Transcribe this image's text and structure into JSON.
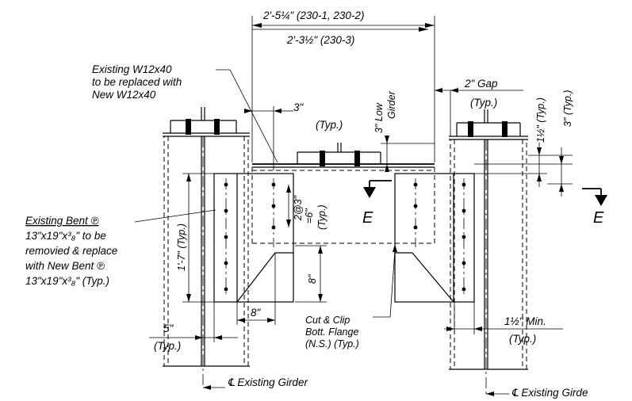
{
  "dims": {
    "width_top": "2'-5¼\" (230-1, 230-2)",
    "width_bottom": "2'-3½\" (230-3)",
    "typ_3": "3\"",
    "typ_label": "(Typ.)",
    "gap": "2\" Gap",
    "one_half_typ": "1½\" (Typ.)",
    "three_typ": "3\" (Typ.)",
    "low_girder_3": "3\" Low",
    "low_girder_word": "Girder",
    "at_3": "2@3\"",
    "eq_6": "=6\"",
    "one_seven": "1'-7\" (Typ.)",
    "eight_v": "8\"",
    "eight_h": "8\"",
    "five": "5\"",
    "min_half": "1½\" Min."
  },
  "notes": {
    "w12_line1": "Existing W12x40",
    "w12_line2": "to be replaced with",
    "w12_line3": "New W12x40",
    "bent_line1": "Existing Bent ℗",
    "bent_line2": "13\"x19\"x³₈\" to be",
    "bent_line3": "removied & replace",
    "bent_line4": "with New Bent ℗",
    "bent_line5": "13\"x19\"x³₈\" (Typ.)",
    "cut_line1": "Cut & Clip",
    "cut_line2": "Bott. Flange",
    "cut_line3": "(N.S.) (Typ.)",
    "girder_left": "℄ Existing Girder",
    "girder_right": "℄ Existing Girde"
  },
  "section_marks": {
    "left": "E",
    "right": "E"
  }
}
